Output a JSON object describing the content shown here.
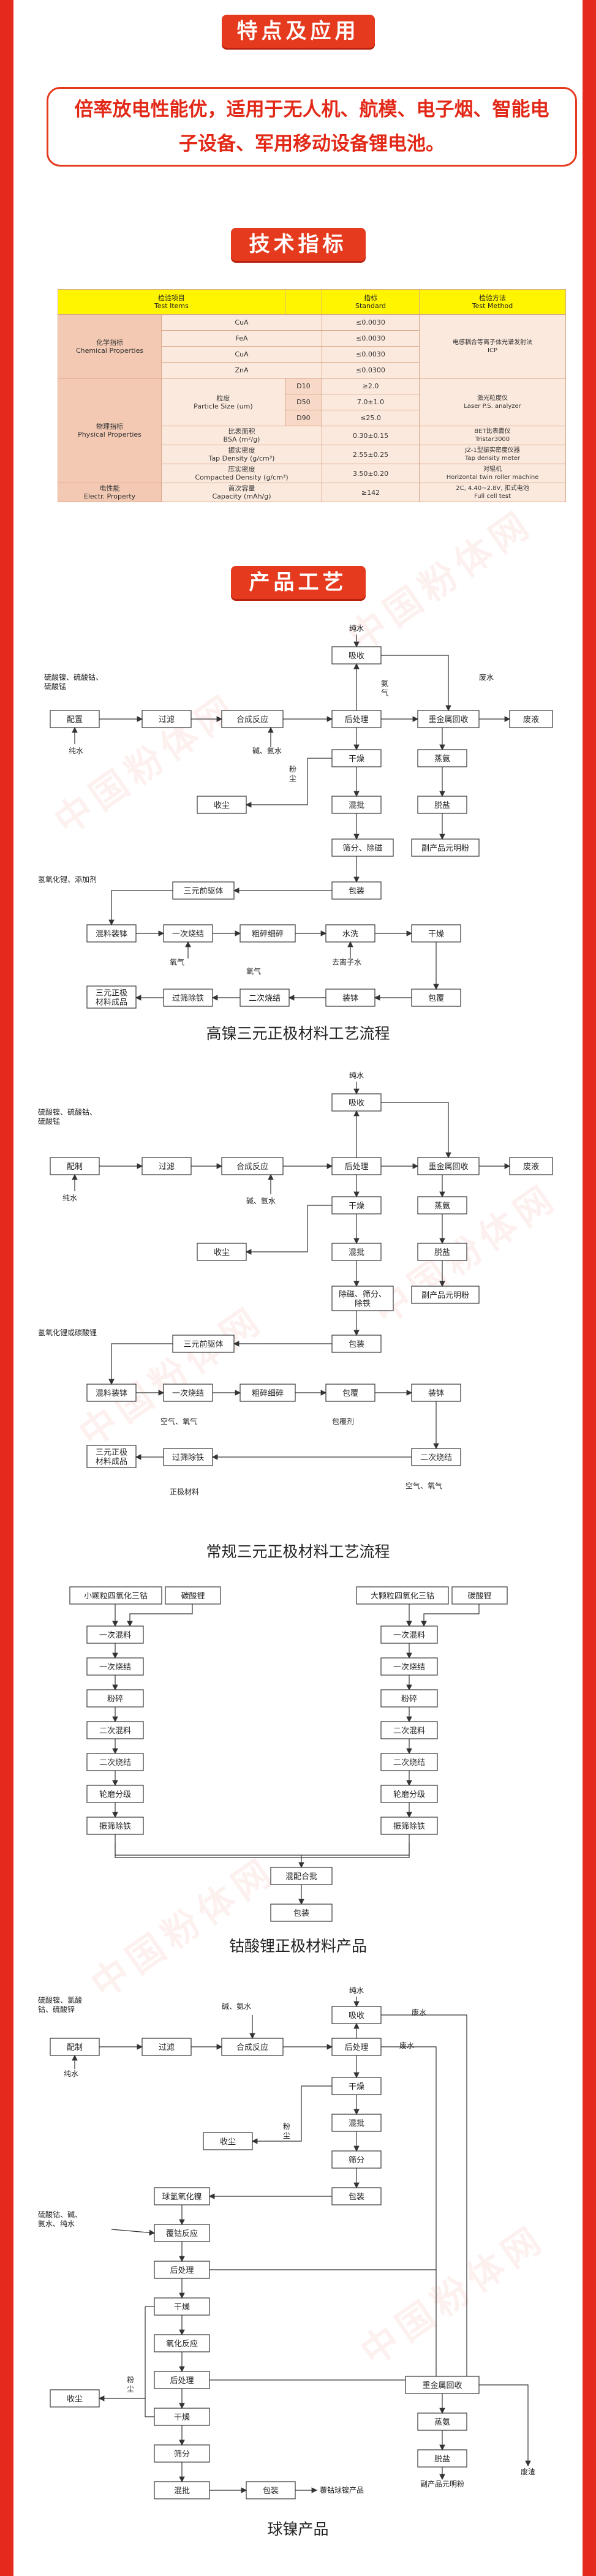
{
  "sections": {
    "features_title": "特点及应用",
    "features_text": "倍率放电性能优，适用于无人机、航模、电子烟、智能电子设备、军用移动设备锂电池。",
    "specs_title": "技术指标",
    "process_title": "产品工艺"
  },
  "spec_table": {
    "headers": [
      "检验项目\nTest Items",
      "",
      "指标\nStandard",
      "检验方法\nTest Method"
    ],
    "rows": [
      {
        "category": "化学指标\nChemical Properties",
        "item": "CuA",
        "standard": "≤0.0030",
        "method": "电感耦合等离子体光谱发射法\nICP"
      },
      {
        "category": "",
        "item": "FeA",
        "standard": "≤0.0030",
        "method": ""
      },
      {
        "category": "",
        "item": "CuA",
        "standard": "≤0.0030",
        "method": ""
      },
      {
        "category": "",
        "item": "ZnA",
        "standard": "≤0.0300",
        "method": ""
      },
      {
        "category": "物理指标\nPhysical Properties",
        "item": "粒度\nParticle Size (um)",
        "sub": "D10",
        "standard": "≥2.0",
        "method": "激光粒度仪\nLaser P.S. analyzer"
      },
      {
        "category": "",
        "item": "",
        "sub": "D50",
        "standard": "7.0±1.0",
        "method": ""
      },
      {
        "category": "",
        "item": "",
        "sub": "D90",
        "standard": "≤25.0",
        "method": ""
      },
      {
        "category": "",
        "item": "比表面积\nBSA (m²/g)",
        "standard": "0.30±0.15",
        "method": "BET比表面仪\nTristar3000"
      },
      {
        "category": "",
        "item": "振实密度\nTap Density (g/cm³)",
        "standard": "2.55±0.25",
        "method": "JZ-1型振实密度仪器\nTap density meter"
      },
      {
        "category": "",
        "item": "压实密度\nCompacted Density (g/cm³)",
        "standard": "3.50±0.20",
        "method": "对辊机\nHorizontal twin roller machine"
      },
      {
        "category": "电性能\nElectr. Property",
        "item": "首次容量\nCapacity (mAh/g)",
        "standard": "≥142",
        "method": "2C, 4.40~2.8V, 扣式电池\nFull cell test"
      }
    ]
  },
  "diagram1": {
    "caption": "高镍三元正极材料工艺流程",
    "nodes": {
      "purewater_top": "纯水",
      "absorb": "吸收",
      "ingredients": "配置",
      "filter": "过滤",
      "synthesis": "合成反应",
      "postprocess": "后处理",
      "heavy_metal": "重金属回收",
      "wastewater": "废水",
      "waste_liquid": "废液",
      "dry": "干燥",
      "evap": "蒸氨",
      "dust": "收尘",
      "mix": "混批",
      "desalt": "脱盐",
      "sieve": "筛分、除磁",
      "byproduct": "副产品元明粉",
      "pack": "包装",
      "precursor": "三元前驱体",
      "mixpack": "混料装钵",
      "sinter1": "一次烧结",
      "crush": "粗碎细碎",
      "wash": "水洗",
      "dry2": "干燥",
      "product": "三元正极\n材料成品",
      "sievefe": "过筛除铁",
      "sinter2": "二次烧结",
      "mix2": "装钵",
      "pack2": "包覆"
    },
    "labels": {
      "raw": "硫酸镍、硫酸钴、\n硫酸锰",
      "purewater": "纯水",
      "ammonia": "氨\n气",
      "alkali": "碱、氨水",
      "dust_lbl": "粉\n尘",
      "lioh": "氢氧化锂、添加剂",
      "oxygen": "氧气",
      "deionized": "去离子水",
      "wastewater_lbl": "废水"
    }
  },
  "diagram2": {
    "caption": "常规三元正极材料工艺流程",
    "labels": {
      "raw": "硫酸镍、硫酸钴、\n硫酸锰",
      "purewater": "纯水",
      "alkali": "碱、氨水",
      "lithium": "氢氧化锂或碳酸锂",
      "air": "空气、氧气",
      "coating": "包覆剂",
      "cathode": "正极材料"
    },
    "nodes": {
      "purewater_top": "纯水",
      "absorb": "吸收",
      "ingredients": "配制",
      "filter": "过滤",
      "synthesis": "合成反应",
      "postprocess": "后处理",
      "heavy_metal": "重金属回收",
      "waste_liquid": "废液",
      "dry": "干燥",
      "evap": "蒸氨",
      "dust": "收尘",
      "mix": "混批",
      "desalt": "脱盐",
      "sieve": "除磁、筛分、\n除铁",
      "byproduct": "副产品元明粉",
      "pack": "包装",
      "precursor": "三元前驱体",
      "mixpack": "混料装钵",
      "sinter1": "一次烧结",
      "crush": "粗碎细碎",
      "coat": "包覆",
      "load": "装钵",
      "product": "三元正极\n材料成品",
      "sievefe": "过筛除铁",
      "sinter2": "二次烧结"
    }
  },
  "diagram3": {
    "caption": "钴酸锂正极材料产品",
    "left_title_a": "小颗粒四氧化三钴",
    "left_title_b": "碳酸锂",
    "right_title_a": "大颗粒四氧化三钴",
    "right_title_b": "碳酸锂",
    "steps": [
      "一次混料",
      "一次烧结",
      "粉碎",
      "二次混料",
      "二次烧结",
      "轮磨分级",
      "振筛除铁"
    ],
    "merge": "混配合批",
    "pack": "包装"
  },
  "diagram4": {
    "caption": "球镍产品",
    "nodes": {
      "purewater": "纯水",
      "absorb": "吸收",
      "ingredients": "配制",
      "filter": "过滤",
      "synthesis": "合成反应",
      "postprocess": "后处理",
      "dry": "干燥",
      "mix": "混批",
      "sieve": "筛分",
      "dust": "收尘",
      "pack": "包装",
      "wastewater": "废水",
      "heavy": "重金属回收",
      "evap": "蒸氨",
      "desalt": "脱盐",
      "byproduct": "副产品元明粉",
      "waste": "废渣",
      "spherical": "球氢氧化镍",
      "coat_rx": "覆钴反应",
      "post2": "后处理",
      "dry2": "干燥",
      "oxide": "氧化反应",
      "post3": "后处理",
      "dry3": "干燥",
      "sieve2": "筛分",
      "mix2": "混批",
      "pack2": "包装",
      "final": "覆钴球镍产品",
      "dust2": "收尘"
    },
    "labels": {
      "raw": "硫酸镍、氯酸\n钴、硫酸锌",
      "alkali": "碱、氨水",
      "purewater_lbl": "纯水",
      "dust_lbl": "粉\n尘",
      "raw2": "硫酸钴、碱、\n氨水、纯水",
      "dust_lbl2": "粉\n尘",
      "ww": "废水"
    }
  },
  "watermark": "中国粉体网"
}
